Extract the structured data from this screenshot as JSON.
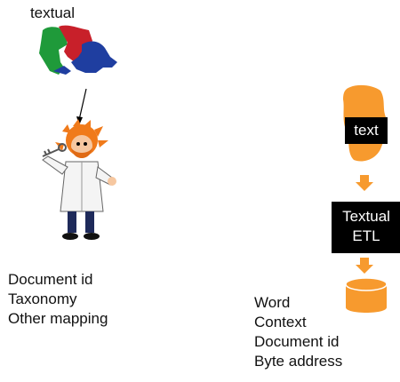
{
  "left": {
    "top_label": "textual",
    "items": [
      "Document id",
      "Taxonomy",
      "Other mapping"
    ]
  },
  "right": {
    "text_box_label": "text",
    "etl_lines": [
      "Textual",
      "ETL"
    ],
    "items": [
      "Word",
      "Context",
      "Document id",
      "Byte address"
    ]
  },
  "colors": {
    "orange": "#f79a2e",
    "black": "#000000",
    "map_red": "#c8202a",
    "map_green": "#1f9a3a",
    "map_blue": "#1f3ea0"
  },
  "icons": [
    "colored-map-icon",
    "scientist-with-key-icon",
    "orange-document-icon",
    "database-cylinder-icon"
  ]
}
